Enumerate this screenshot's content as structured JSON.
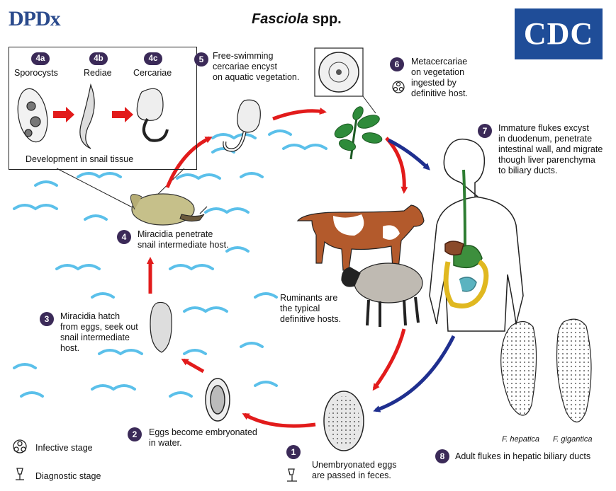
{
  "header": {
    "logo_left": "DPDx",
    "title_genus": "Fasciola",
    "title_suffix": " spp.",
    "logo_right": "CDC"
  },
  "inset": {
    "stages": [
      {
        "number": "4a",
        "label": "Sporocysts"
      },
      {
        "number": "4b",
        "label": "Rediae"
      },
      {
        "number": "4c",
        "label": "Cercariae"
      }
    ],
    "caption": "Development in snail tissue"
  },
  "steps": [
    {
      "number": "1",
      "lines": [
        "Unembryonated eggs",
        "are passed in feces."
      ]
    },
    {
      "number": "2",
      "lines": [
        "Eggs become embryonated",
        "in water."
      ]
    },
    {
      "number": "3",
      "lines": [
        "Miracidia hatch",
        "from eggs, seek out",
        "snail intermediate",
        "host."
      ]
    },
    {
      "number": "4",
      "lines": [
        "Miracidia penetrate",
        "snail intermediate host."
      ]
    },
    {
      "number": "5",
      "lines": [
        "Free-swimming",
        "cercariae encyst",
        "on aquatic vegetation."
      ]
    },
    {
      "number": "6",
      "lines": [
        "Metacercariae",
        "on vegetation",
        "ingested by",
        "definitive host."
      ]
    },
    {
      "number": "7",
      "lines": [
        "Immature flukes excyst",
        "in duodenum, penetrate",
        "intestinal wall, and migrate",
        "though liver parenchyma",
        "to biliary ducts."
      ]
    },
    {
      "number": "8",
      "lines": [
        "Adult flukes in hepatic biliary ducts"
      ]
    }
  ],
  "hosts_label": [
    "Ruminants are",
    "the typical",
    "definitive hosts."
  ],
  "species": [
    "F. hepatica",
    "F. gigantica"
  ],
  "legend": {
    "infective": "Infective stage",
    "diagnostic": "Diagnostic stage"
  },
  "colors": {
    "step_badge": "#3b2a58",
    "red_arrow": "#e21b1b",
    "blue_arrow": "#1f2f8f",
    "water": "#5bc0ea",
    "cdc_blue": "#1f4d98"
  }
}
